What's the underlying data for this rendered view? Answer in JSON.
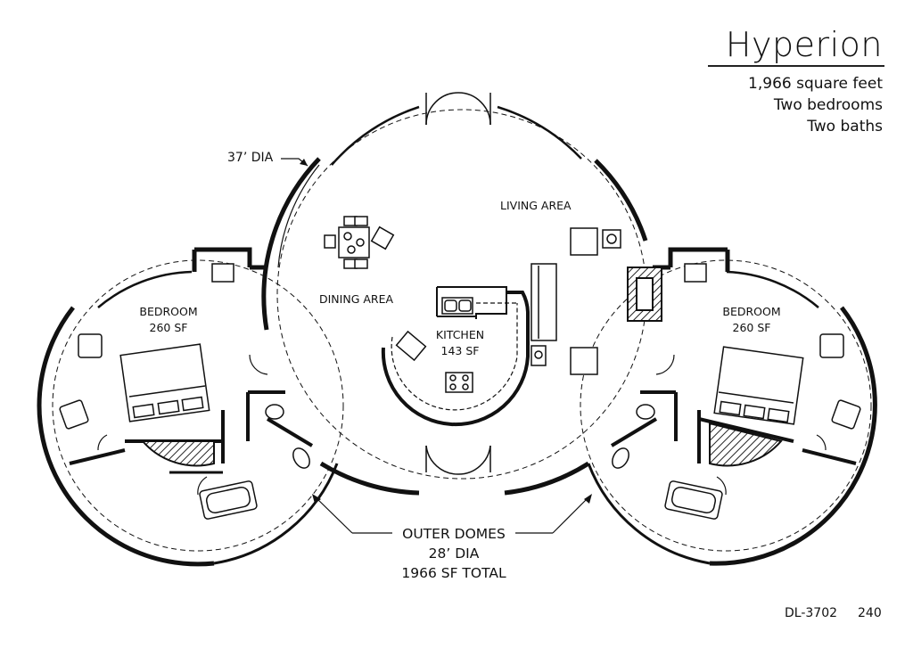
{
  "title": "Hyperion",
  "details": [
    "1,966 square feet",
    "Two bedrooms",
    "Two baths"
  ],
  "labels": {
    "dia_main": "37’ DIA",
    "living": "LIVING AREA",
    "dining": "DINING AREA",
    "kitchen": "KITCHEN",
    "kitchen_sf": "143 SF",
    "bedroom_left": "BEDROOM",
    "bedroom_left_sf": "260 SF",
    "bedroom_right": "BEDROOM",
    "bedroom_right_sf": "260 SF",
    "outer_domes": "OUTER DOMES",
    "outer_dia": "28’ DIA",
    "total_sf": "1966 SF TOTAL"
  },
  "footer": {
    "code": "DL-3702",
    "page": "240"
  }
}
